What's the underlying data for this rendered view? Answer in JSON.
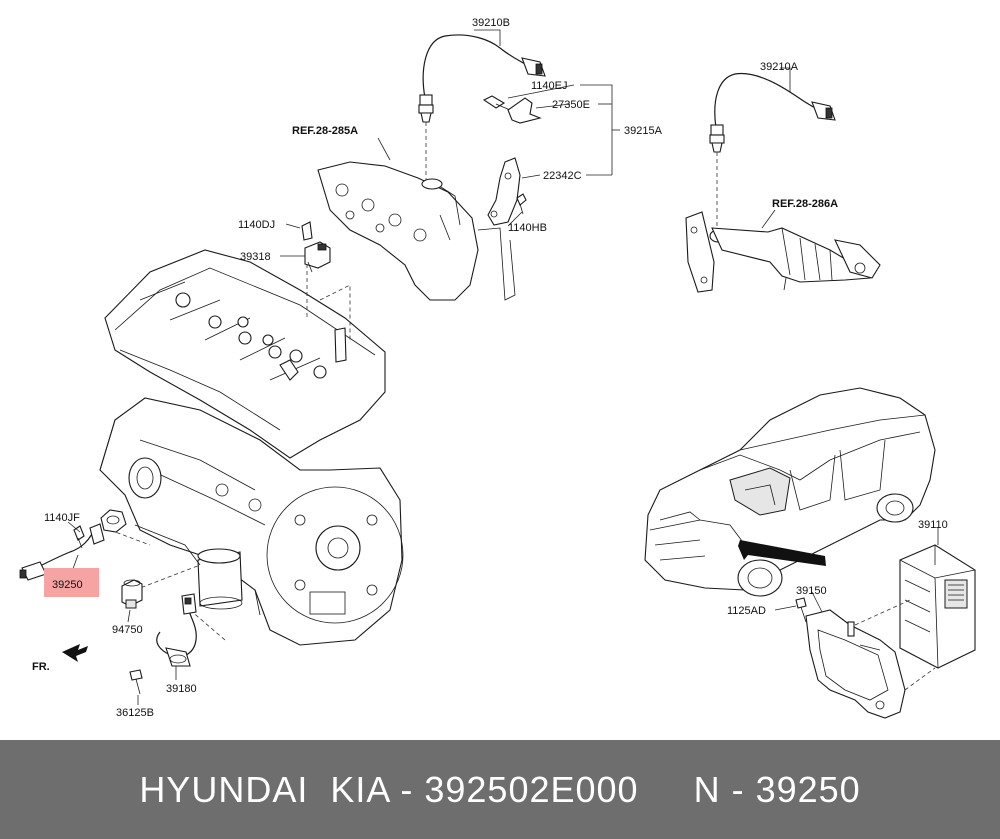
{
  "labels": {
    "l39210B": "39210B",
    "l1140EJ": "1140EJ",
    "l27350E": "27350E",
    "l39215A": "39215A",
    "l22342C": "22342C",
    "l1140HB": "1140HB",
    "lref285": "REF.28-285A",
    "l1140DJ": "1140DJ",
    "l39318": "39318",
    "l39210A": "39210A",
    "lref286": "REF.28-286A",
    "l1140JF": "1140JF",
    "l39250": "39250",
    "l94750": "94750",
    "l39180": "39180",
    "l36125B": "36125B",
    "lFR": "FR.",
    "l39110": "39110",
    "l39150": "39150",
    "l1125AD": "1125AD"
  },
  "highlight_color": "#f5a3a3",
  "footer": {
    "text": "HYUNDAI  KIA - 392502E000     N - 39250"
  }
}
